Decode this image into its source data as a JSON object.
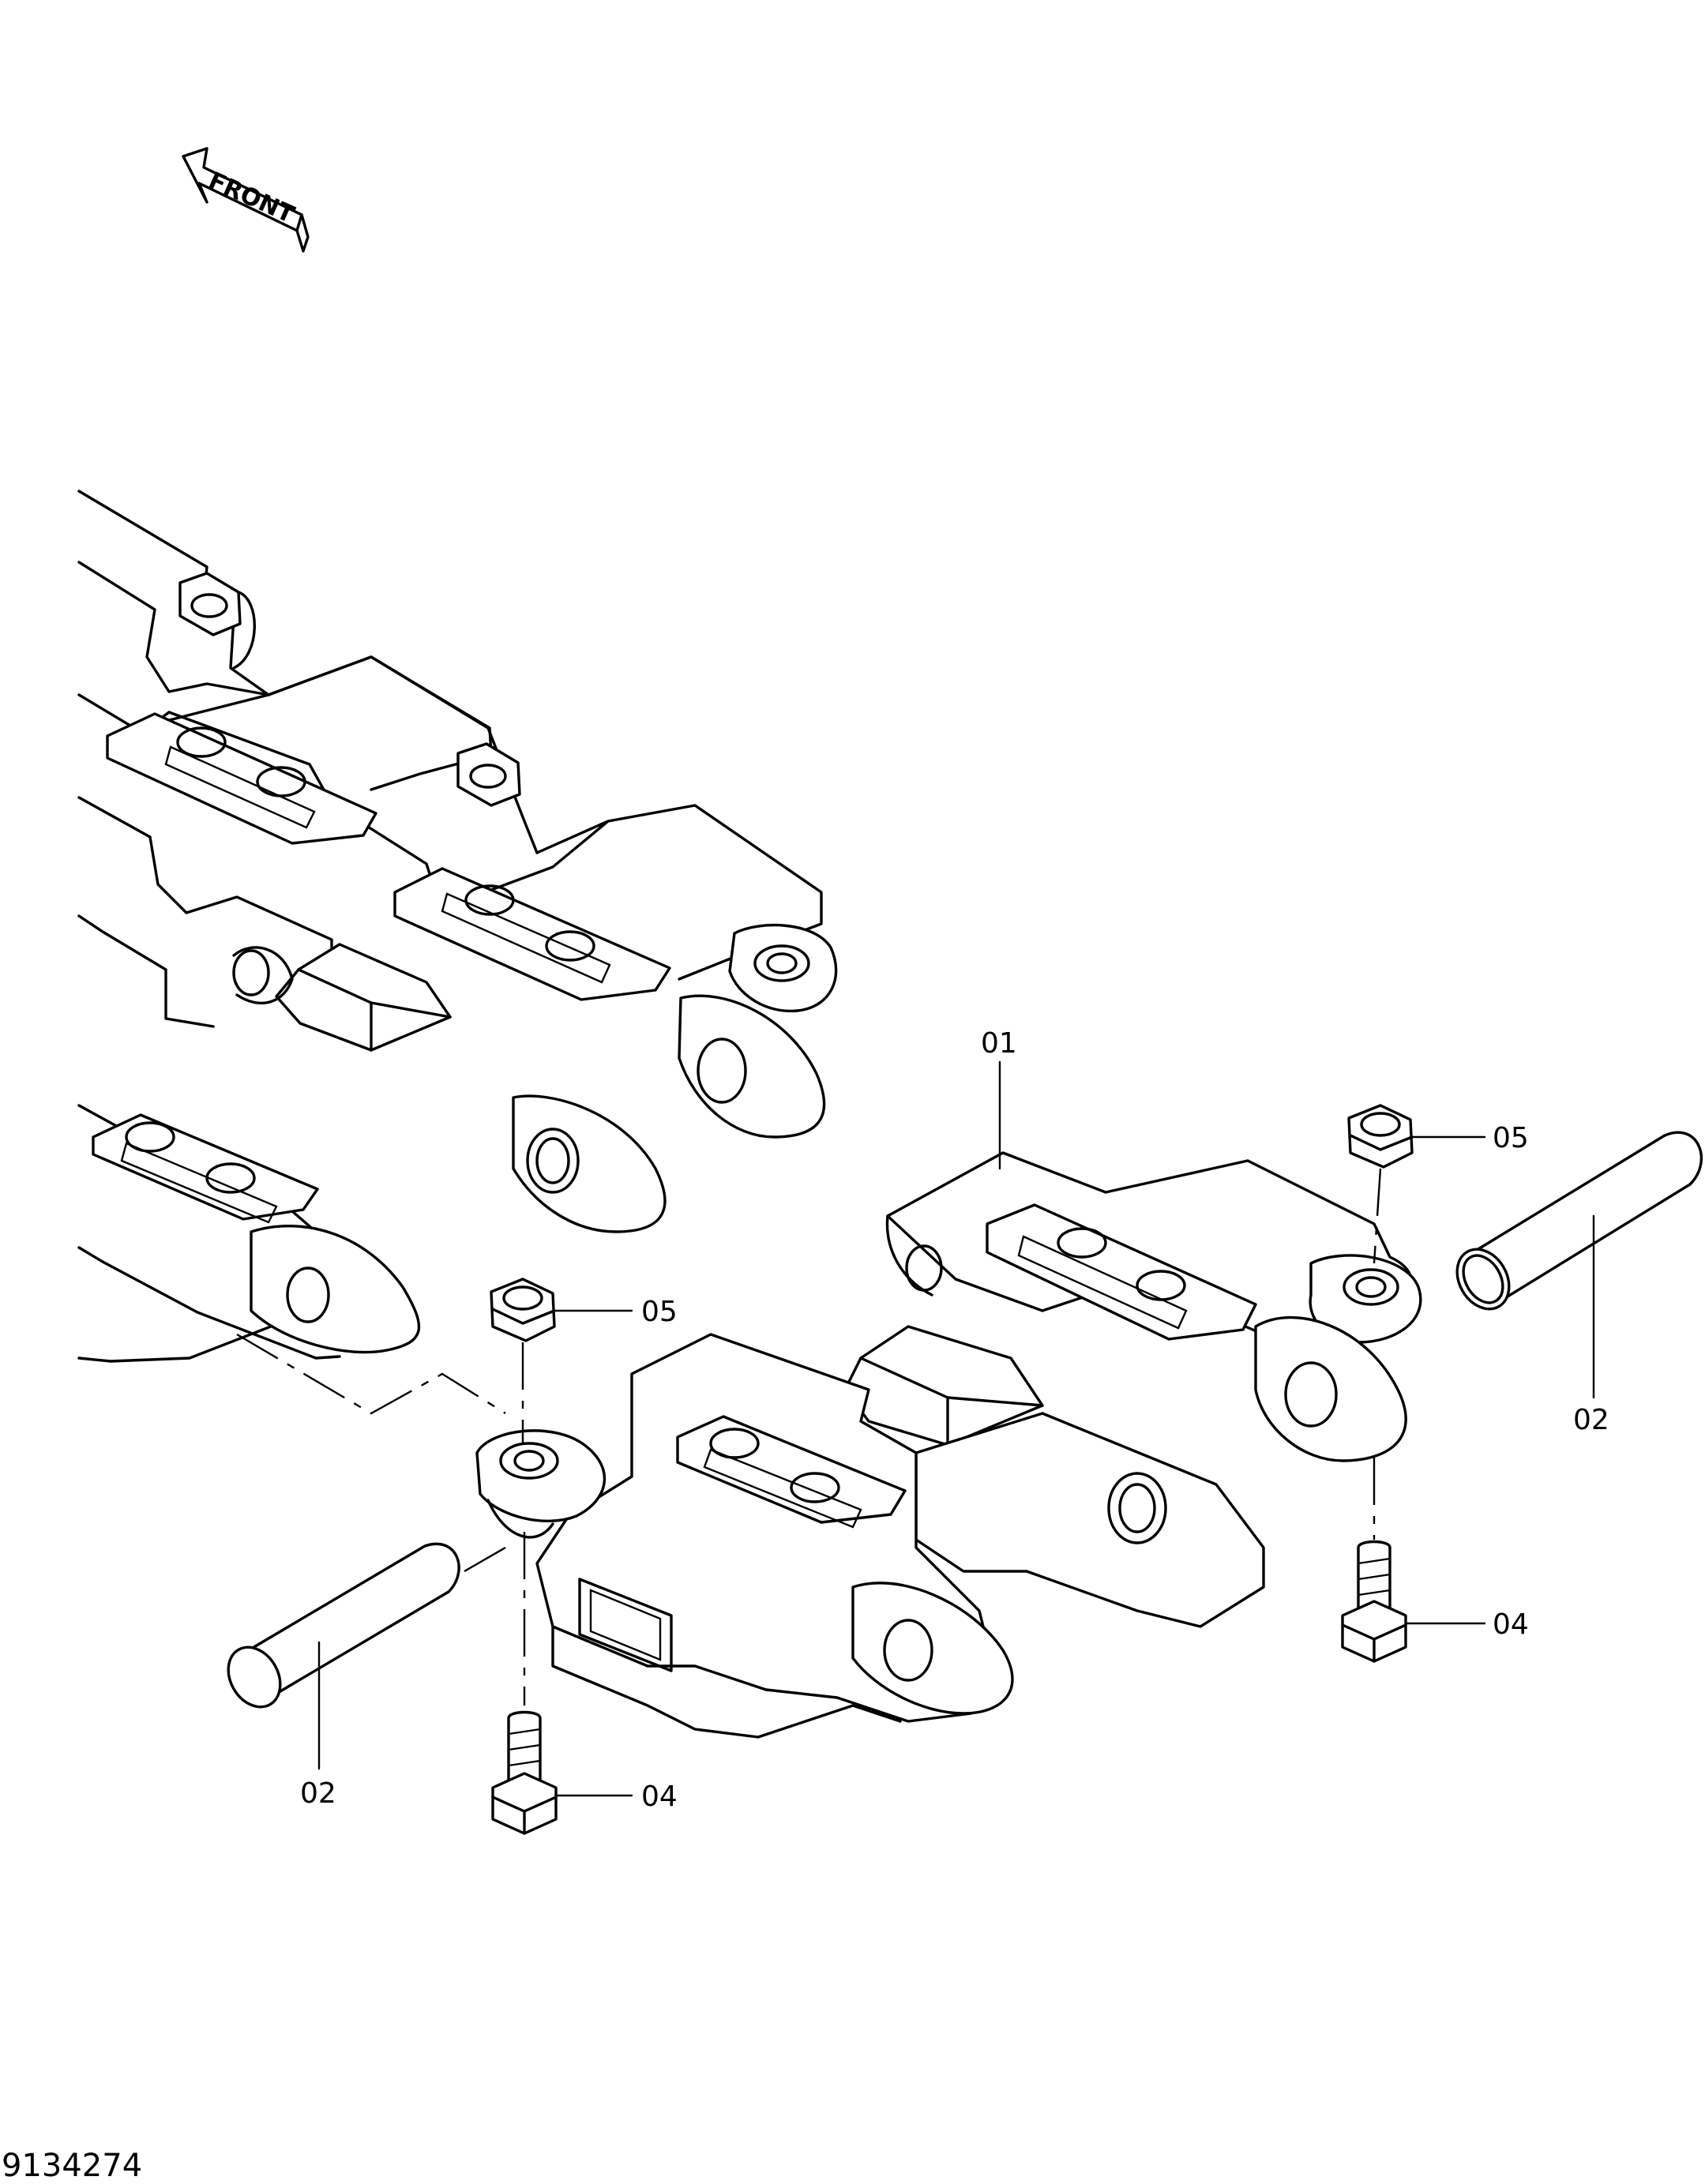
{
  "drawing_number": "9134274",
  "front_label": "FRONT",
  "callouts": {
    "link_assembly": "01",
    "pin_right": "02",
    "pin_left": "02",
    "bolt_right": "04",
    "bolt_left": "04",
    "nut_right": "05",
    "nut_left": "05"
  }
}
